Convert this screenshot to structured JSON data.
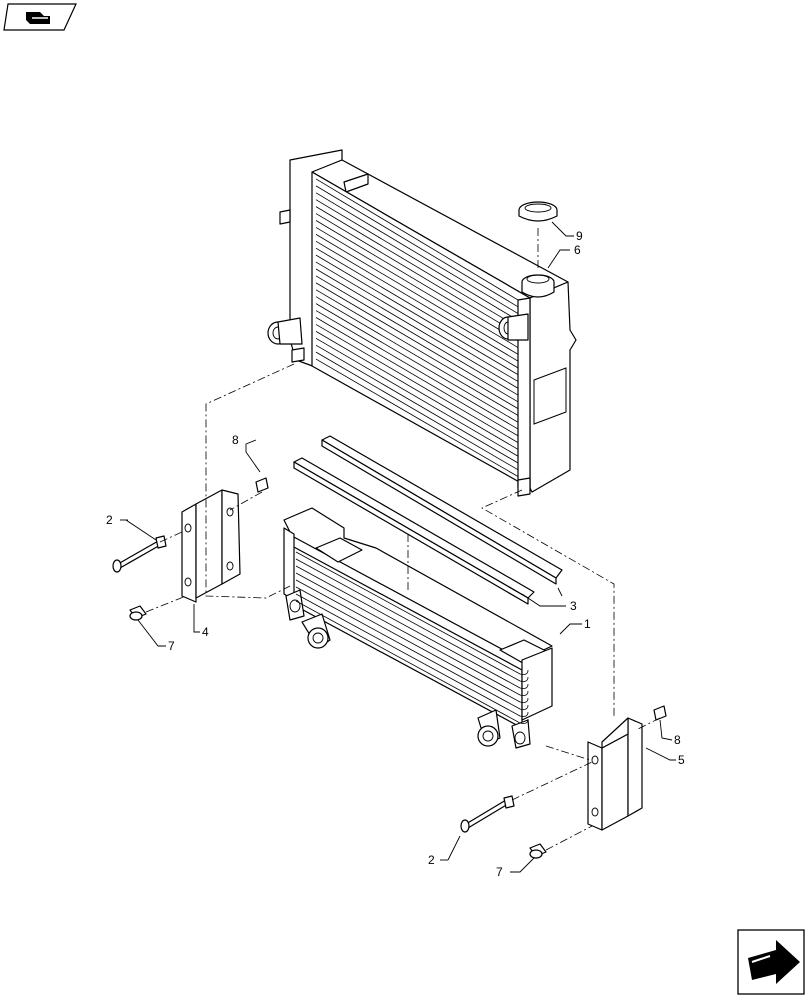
{
  "callouts": [
    "1",
    "2",
    "3",
    "4",
    "5",
    "6",
    "7",
    "8",
    "9",
    "2",
    "7",
    "8"
  ],
  "icons": {
    "top_left": "page-navigation-icon",
    "bottom_right": "next-page-arrow-icon"
  }
}
